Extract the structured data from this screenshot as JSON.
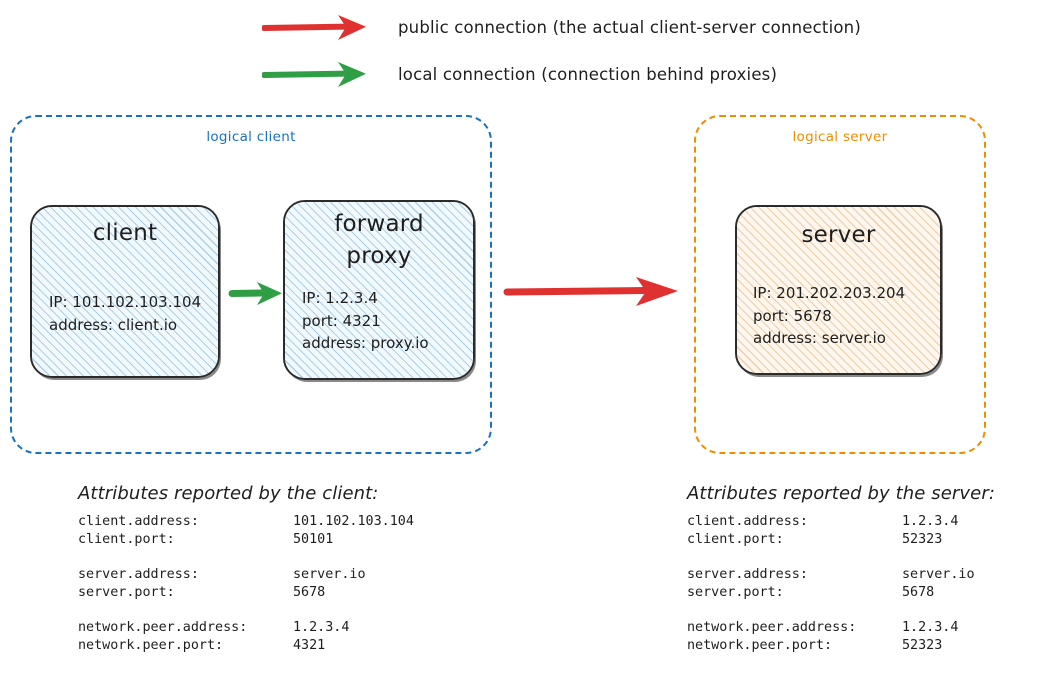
{
  "legend": {
    "items": [
      {
        "arrow_icon": "red-arrow-icon",
        "color": "#e03131",
        "label": "public connection (the actual client-server connection)"
      },
      {
        "arrow_icon": "green-arrow-icon",
        "color": "#2f9e44",
        "label": "local connection (connection behind proxies)"
      }
    ]
  },
  "groups": {
    "client": {
      "label": "logical client",
      "color": "#1971c2"
    },
    "server": {
      "label": "logical server",
      "color": "#f08c00"
    }
  },
  "nodes": {
    "client": {
      "title": "client",
      "details": [
        "IP: 101.102.103.104",
        "address: client.io"
      ]
    },
    "forward_proxy": {
      "title": "forward\nproxy",
      "title_line1": "forward",
      "title_line2": "proxy",
      "details": [
        "IP: 1.2.3.4",
        "port: 4321",
        "address: proxy.io"
      ]
    },
    "server": {
      "title": "server",
      "details": [
        "IP: 201.202.203.204",
        "port: 5678",
        "address: server.io"
      ]
    }
  },
  "arrows": {
    "local": {
      "name": "green-local-connection-arrow",
      "color": "#2f9e44"
    },
    "public": {
      "name": "red-public-connection-arrow",
      "color": "#e03131"
    }
  },
  "attributes": {
    "client_side": {
      "heading": "Attributes reported by the client:",
      "groups": [
        [
          {
            "key": "client.address:",
            "value": "101.102.103.104"
          },
          {
            "key": "client.port:",
            "value": "50101"
          }
        ],
        [
          {
            "key": "server.address:",
            "value": "server.io"
          },
          {
            "key": "server.port:",
            "value": "5678"
          }
        ],
        [
          {
            "key": "network.peer.address:",
            "value": "1.2.3.4"
          },
          {
            "key": "network.peer.port:",
            "value": "4321"
          }
        ]
      ]
    },
    "server_side": {
      "heading": "Attributes reported by the server:",
      "groups": [
        [
          {
            "key": "client.address:",
            "value": "1.2.3.4"
          },
          {
            "key": "client.port:",
            "value": "52323"
          }
        ],
        [
          {
            "key": "server.address:",
            "value": "server.io"
          },
          {
            "key": "server.port:",
            "value": "5678"
          }
        ],
        [
          {
            "key": "network.peer.address:",
            "value": "1.2.3.4"
          },
          {
            "key": "network.peer.port:",
            "value": "52323"
          }
        ]
      ]
    }
  }
}
